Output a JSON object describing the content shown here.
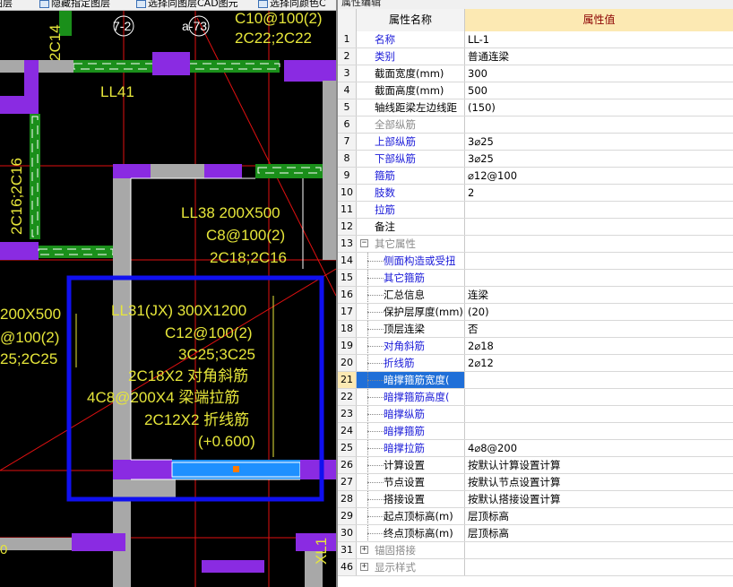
{
  "toolbar": {
    "items": [
      {
        "label": "图层",
        "icon": "layer-icon"
      },
      {
        "label": "隐藏指定图层",
        "icon": "hide-layer-icon"
      },
      {
        "label": "选择同图层CAD图元",
        "icon": "select-layer-icon"
      },
      {
        "label": "选择同颜色C",
        "icon": "select-color-icon"
      }
    ]
  },
  "cad": {
    "labels": {
      "top_text_1": "C10@100(2)",
      "top_text_2": "2C22;2C22",
      "axis_1": "7-2",
      "axis_2": "a-73",
      "left_vertical_1": "2C14",
      "left_vertical_2": "2C16;2C16",
      "ll41": "LL41",
      "ll38_1": "LL38 200X500",
      "ll38_2": "C8@100(2)",
      "ll38_3": "2C18;2C16",
      "left_cut_1": "200X500",
      "left_cut_2": "@100(2)",
      "left_cut_3": "25;2C25",
      "ll31_1": "LL31(JX) 300X1200",
      "ll31_2": "C12@100(2)",
      "ll31_3": "3C25;3C25",
      "ll31_4": "2C18X2 对角斜筋",
      "ll31_5": "4C8@200X4 梁端拉筋",
      "ll31_6": "2C12X2 折线筋",
      "ll31_7": "(+0.600)",
      "xl1": "XL1",
      "bottom_left": "0"
    },
    "colors": {
      "wall_purple": "#8a2be2",
      "wall_green": "#1a8f1a",
      "wall_gray": "#a8a8a8",
      "axis_red": "#e01010",
      "text_yellow": "#e6e63a",
      "select_blue": "#1010f0",
      "beam_blue": "#1e90ff",
      "marker_orange": "#ff7a00"
    }
  },
  "panel": {
    "title": "属性编辑",
    "header_name": "属性名称",
    "header_value": "属性值",
    "rows": [
      {
        "num": "1",
        "name": "名称",
        "value": "LL-1",
        "color": "blue",
        "indent": 0
      },
      {
        "num": "2",
        "name": "类别",
        "value": "普通连梁",
        "color": "blue",
        "indent": 0
      },
      {
        "num": "3",
        "name": "截面宽度(mm)",
        "value": "300",
        "color": "black",
        "indent": 0
      },
      {
        "num": "4",
        "name": "截面高度(mm)",
        "value": "500",
        "color": "black",
        "indent": 0
      },
      {
        "num": "5",
        "name": "轴线距梁左边线距",
        "value": "(150)",
        "color": "black",
        "indent": 0
      },
      {
        "num": "6",
        "name": "全部纵筋",
        "value": "",
        "color": "gray",
        "indent": 0
      },
      {
        "num": "7",
        "name": "上部纵筋",
        "value": "3⌀25",
        "color": "blue",
        "indent": 0
      },
      {
        "num": "8",
        "name": "下部纵筋",
        "value": "3⌀25",
        "color": "blue",
        "indent": 0
      },
      {
        "num": "9",
        "name": "箍筋",
        "value": "⌀12@100",
        "color": "blue",
        "indent": 0
      },
      {
        "num": "10",
        "name": "肢数",
        "value": "2",
        "color": "blue",
        "indent": 0
      },
      {
        "num": "11",
        "name": "拉筋",
        "value": "",
        "color": "blue",
        "indent": 0
      },
      {
        "num": "12",
        "name": "备注",
        "value": "",
        "color": "black",
        "indent": 0
      },
      {
        "num": "13",
        "name": "其它属性",
        "value": "",
        "color": "gray",
        "indent": 0,
        "expander": "−"
      },
      {
        "num": "14",
        "name": "侧面构造或受扭",
        "value": "",
        "color": "blue",
        "indent": 1
      },
      {
        "num": "15",
        "name": "其它箍筋",
        "value": "",
        "color": "blue",
        "indent": 1
      },
      {
        "num": "16",
        "name": "汇总信息",
        "value": "连梁",
        "color": "black",
        "indent": 1
      },
      {
        "num": "17",
        "name": "保护层厚度(mm)",
        "value": "(20)",
        "color": "black",
        "indent": 1
      },
      {
        "num": "18",
        "name": "顶层连梁",
        "value": "否",
        "color": "black",
        "indent": 1
      },
      {
        "num": "19",
        "name": "对角斜筋",
        "value": "2⌀18",
        "color": "blue",
        "indent": 1
      },
      {
        "num": "20",
        "name": "折线筋",
        "value": "2⌀12",
        "color": "blue",
        "indent": 1
      },
      {
        "num": "21",
        "name": "暗撑箍筋宽度(",
        "value": "",
        "color": "blue",
        "indent": 1,
        "selected": true
      },
      {
        "num": "22",
        "name": "暗撑箍筋高度(",
        "value": "",
        "color": "blue",
        "indent": 1
      },
      {
        "num": "23",
        "name": "暗撑纵筋",
        "value": "",
        "color": "blue",
        "indent": 1
      },
      {
        "num": "24",
        "name": "暗撑箍筋",
        "value": "",
        "color": "blue",
        "indent": 1
      },
      {
        "num": "25",
        "name": "暗撑拉筋",
        "value": "4⌀8@200",
        "color": "blue",
        "indent": 1
      },
      {
        "num": "26",
        "name": "计算设置",
        "value": "按默认计算设置计算",
        "color": "black",
        "indent": 1
      },
      {
        "num": "27",
        "name": "节点设置",
        "value": "按默认节点设置计算",
        "color": "black",
        "indent": 1
      },
      {
        "num": "28",
        "name": "搭接设置",
        "value": "按默认搭接设置计算",
        "color": "black",
        "indent": 1
      },
      {
        "num": "29",
        "name": "起点顶标高(m)",
        "value": "层顶标高",
        "color": "black",
        "indent": 1
      },
      {
        "num": "30",
        "name": "终点顶标高(m)",
        "value": "层顶标高",
        "color": "black",
        "indent": 1
      },
      {
        "num": "31",
        "name": "锚固搭接",
        "value": "",
        "color": "gray",
        "indent": 0,
        "expander": "+"
      },
      {
        "num": "46",
        "name": "显示样式",
        "value": "",
        "color": "gray",
        "indent": 0,
        "expander": "+"
      }
    ]
  }
}
